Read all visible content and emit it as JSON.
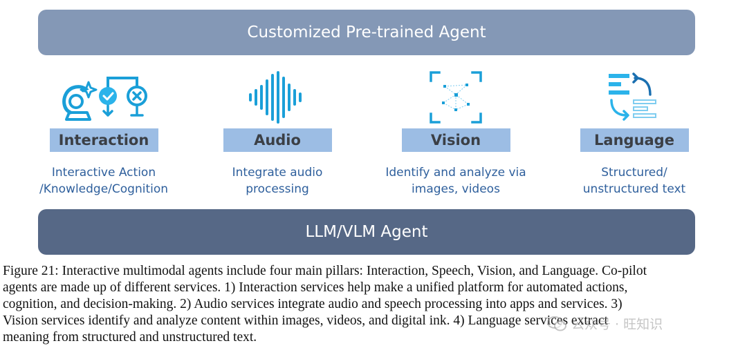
{
  "diagram": {
    "top_bar": "Customized Pre-trained Agent",
    "bottom_bar": "LLM/VLM Agent",
    "pillars": [
      {
        "label": "Interaction",
        "desc_line1": "Interactive Action",
        "desc_line2": "/Knowledge/Cognition",
        "icon": "interaction-icon"
      },
      {
        "label": "Audio",
        "desc_line1": "Integrate audio",
        "desc_line2": "processing",
        "icon": "audio-wave-icon"
      },
      {
        "label": "Vision",
        "desc_line1": "Identify and analyze via",
        "desc_line2": "images, videos",
        "icon": "vision-scan-icon"
      },
      {
        "label": "Language",
        "desc_line1": "Structured/",
        "desc_line2": "unstructured text",
        "icon": "language-text-icon"
      }
    ],
    "colors": {
      "top_bar": "#8498b6",
      "bottom_bar": "#566886",
      "label_bg": "#9cbde4",
      "icon_blue": "#1a9fd8",
      "desc_text": "#2e5f9c"
    }
  },
  "caption": {
    "lines": [
      "Figure 21: Interactive multimodal agents include four main pillars: Interaction, Speech, Vision, and Language. Co-pilot",
      "agents are made up of different services. 1) Interaction services help make a unified platform for automated actions,",
      "cognition, and decision-making. 2) Audio services integrate audio and speech processing into apps and services. 3)",
      "Vision services identify and analyze content within images, videos, and digital ink. 4) Language services extract",
      "meaning from structured and unstructured text."
    ]
  },
  "watermark": {
    "text": "公众号 · 旺知识",
    "icon": "wechat-icon"
  }
}
